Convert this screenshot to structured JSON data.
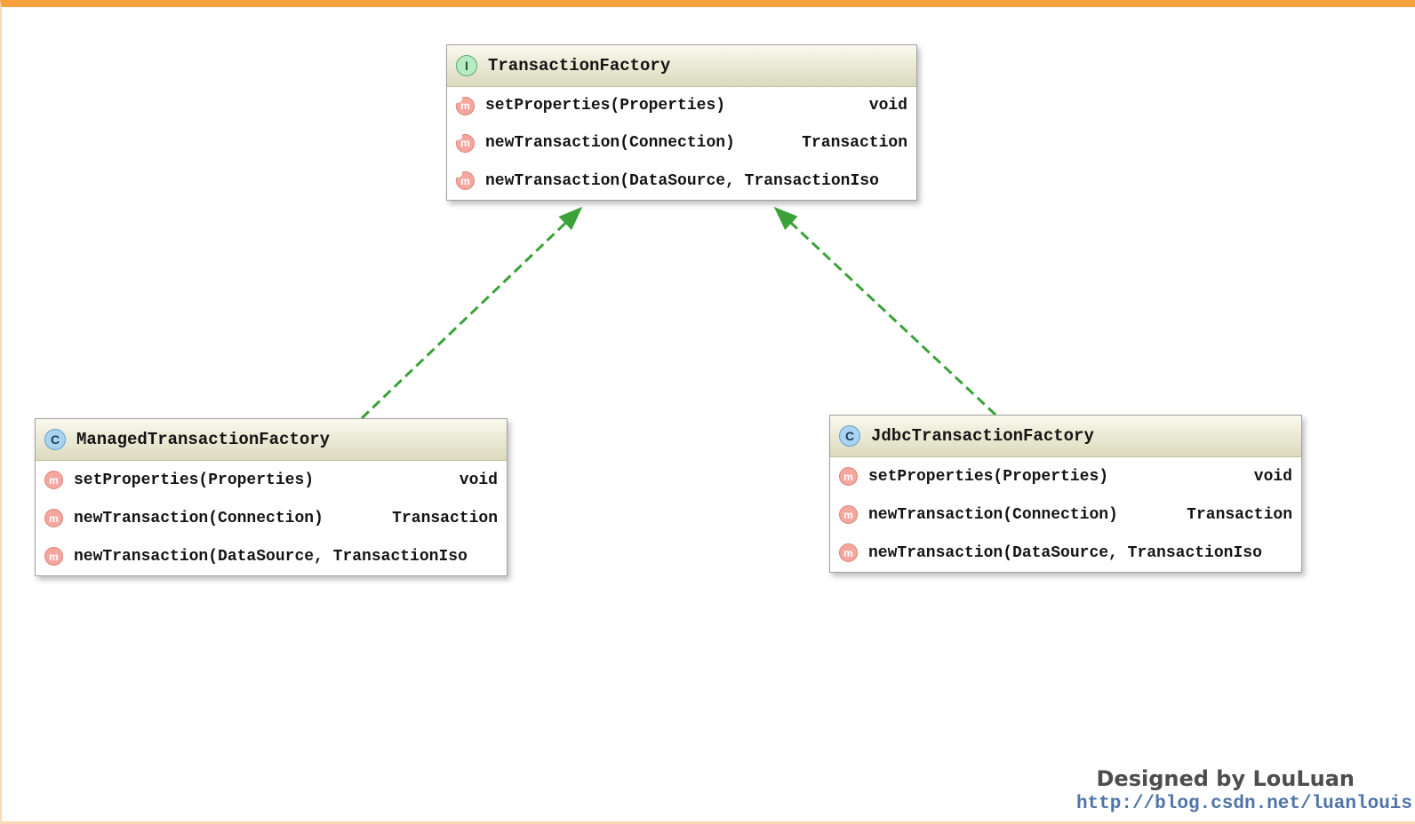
{
  "boxes": [
    {
      "kind": "interface",
      "icon_letter": "I",
      "name": "TransactionFactory",
      "methods": [
        {
          "signature": "setProperties(Properties)",
          "return_type": "void"
        },
        {
          "signature": "newTransaction(Connection)",
          "return_type": "Transaction"
        },
        {
          "signature": "newTransaction(DataSource, TransactionIso",
          "return_type": ""
        }
      ]
    },
    {
      "kind": "class",
      "icon_letter": "C",
      "name": "ManagedTransactionFactory",
      "methods": [
        {
          "signature": "setProperties(Properties)",
          "return_type": "void"
        },
        {
          "signature": "newTransaction(Connection)",
          "return_type": "Transaction"
        },
        {
          "signature": "newTransaction(DataSource, TransactionIso",
          "return_type": ""
        }
      ]
    },
    {
      "kind": "class",
      "icon_letter": "C",
      "name": "JdbcTransactionFactory",
      "methods": [
        {
          "signature": "setProperties(Properties)",
          "return_type": "void"
        },
        {
          "signature": "newTransaction(Connection)",
          "return_type": "Transaction"
        },
        {
          "signature": "newTransaction(DataSource, TransactionIso",
          "return_type": ""
        }
      ]
    }
  ],
  "icons": {
    "interface_letter": "I",
    "class_letter": "C",
    "method_letter": "m"
  },
  "relations": [
    {
      "from": "ManagedTransactionFactory",
      "to": "TransactionFactory",
      "type": "implements",
      "style": "dashed-green-arrow"
    },
    {
      "from": "JdbcTransactionFactory",
      "to": "TransactionFactory",
      "type": "implements",
      "style": "dashed-green-arrow"
    }
  ],
  "watermark": {
    "designed_by": "Designed by LouLuan",
    "url": "http://blog.csdn.net/luanlouis"
  },
  "colors": {
    "frame_top": "#f9a13c",
    "frame_side": "#fad9b5",
    "arrow_green": "#3aa239",
    "header_gradient_top": "#faf9ee",
    "header_gradient_bottom": "#dbdabd",
    "box_border": "#a0a0a0",
    "interface_icon_bg": "#b5ecc1",
    "class_icon_bg": "#a9d3f1",
    "method_icon_bg": "#f5a79e",
    "url_text": "#4f74a8",
    "designed_by_text": "#4d4d4d"
  }
}
